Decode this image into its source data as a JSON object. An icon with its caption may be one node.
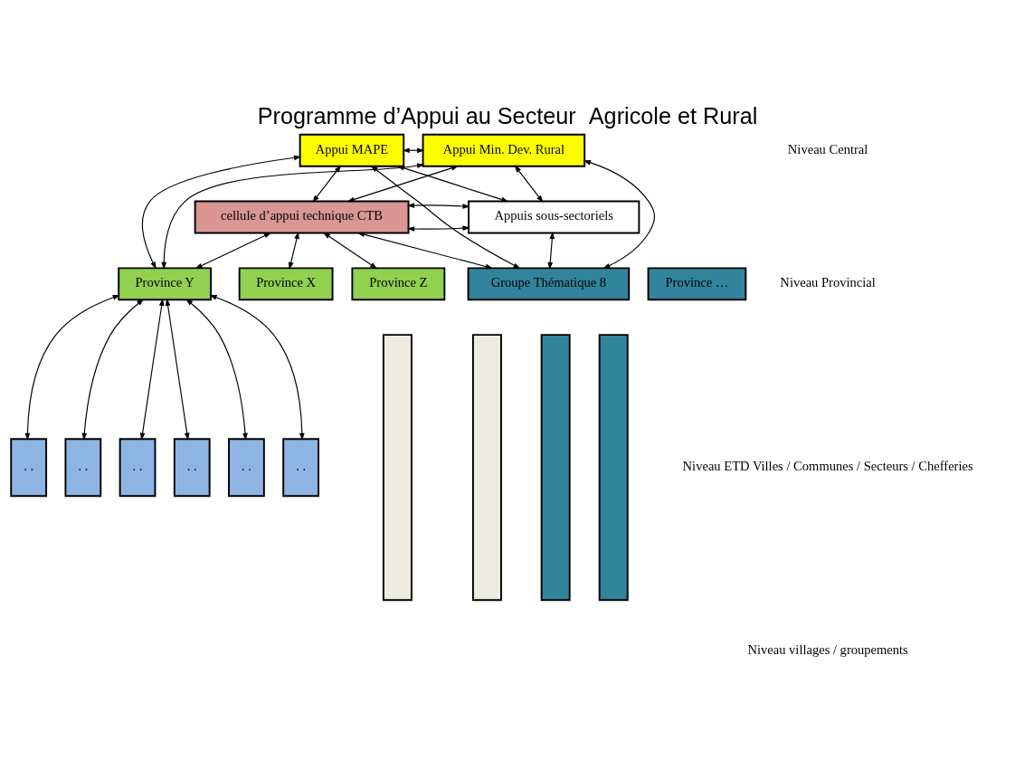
{
  "diagram": {
    "title": "Programme d’Appui au Secteur  Agricole et Rural",
    "nodes": [
      {
        "text": [
          "Groupe Thématique 8"
        ]
      },
      {
        "text": [
          "Appui MAPE"
        ]
      },
      {
        "text": [
          "Appui Min. Dev. Rural"
        ]
      },
      {
        "text": [
          "cellule d’appui technique CTB"
        ]
      },
      {
        "text": [
          "Appuis sous-sectoriels"
        ]
      },
      {
        "text": [
          "Province X"
        ]
      },
      {
        "text": [
          "Province Y"
        ]
      },
      {
        "text": [
          "Province Z"
        ]
      },
      {
        "text": [
          "Province …"
        ]
      },
      {
        "text": [
          ". ."
        ]
      },
      {
        "text": [
          ". ."
        ]
      },
      {
        "text": [
          ". ."
        ]
      },
      {
        "text": [
          ". ."
        ]
      },
      {
        "text": [
          ". ."
        ]
      },
      {
        "text": [
          ". ."
        ]
      },
      {
        "text": [],
        "shape": "bar"
      },
      {
        "text": [],
        "shape": "bar"
      },
      {
        "text": [],
        "shape": "bar"
      },
      {
        "text": [],
        "shape": "bar"
      }
    ],
    "edges": [
      {
        "from": 3,
        "to": 0,
        "arrow": "both"
      },
      {
        "from": 1,
        "to": 0,
        "arrow": "both"
      },
      {
        "from": 2,
        "to": 0,
        "arrow": "both"
      },
      {
        "from": 4,
        "to": 0,
        "arrow": "both"
      },
      {
        "from": 1,
        "to": 2,
        "arrow": "both"
      },
      {
        "from": 3,
        "to": 1,
        "arrow": "both"
      },
      {
        "from": 3,
        "to": 2,
        "arrow": "both"
      },
      {
        "from": 3,
        "to": 4,
        "arrow": "both"
      },
      {
        "from": 3,
        "to": 4,
        "arrow": "both"
      },
      {
        "from": 1,
        "to": 4,
        "arrow": "both"
      },
      {
        "from": 2,
        "to": 4,
        "arrow": "both"
      },
      {
        "from": 1,
        "to": 6,
        "arrow": "both"
      },
      {
        "from": 2,
        "to": 6,
        "arrow": "both"
      },
      {
        "from": 3,
        "to": 5,
        "arrow": "both"
      },
      {
        "from": 3,
        "to": 6,
        "arrow": "both"
      },
      {
        "from": 3,
        "to": 7,
        "arrow": "both"
      },
      {
        "from": 6,
        "to": 9,
        "arrow": "both"
      },
      {
        "from": 6,
        "to": 10,
        "arrow": "both"
      },
      {
        "from": 6,
        "to": 11,
        "arrow": "both"
      },
      {
        "from": 6,
        "to": 12,
        "arrow": "both"
      },
      {
        "from": 6,
        "to": 13,
        "arrow": "both"
      },
      {
        "from": 6,
        "to": 14,
        "arrow": "both"
      }
    ],
    "labels": [
      "Niveau Central",
      "Niveau Provincial",
      "Niveau ETD Villes / Communes / Secteurs / Chefferies",
      "Niveau villages / groupements"
    ]
  }
}
